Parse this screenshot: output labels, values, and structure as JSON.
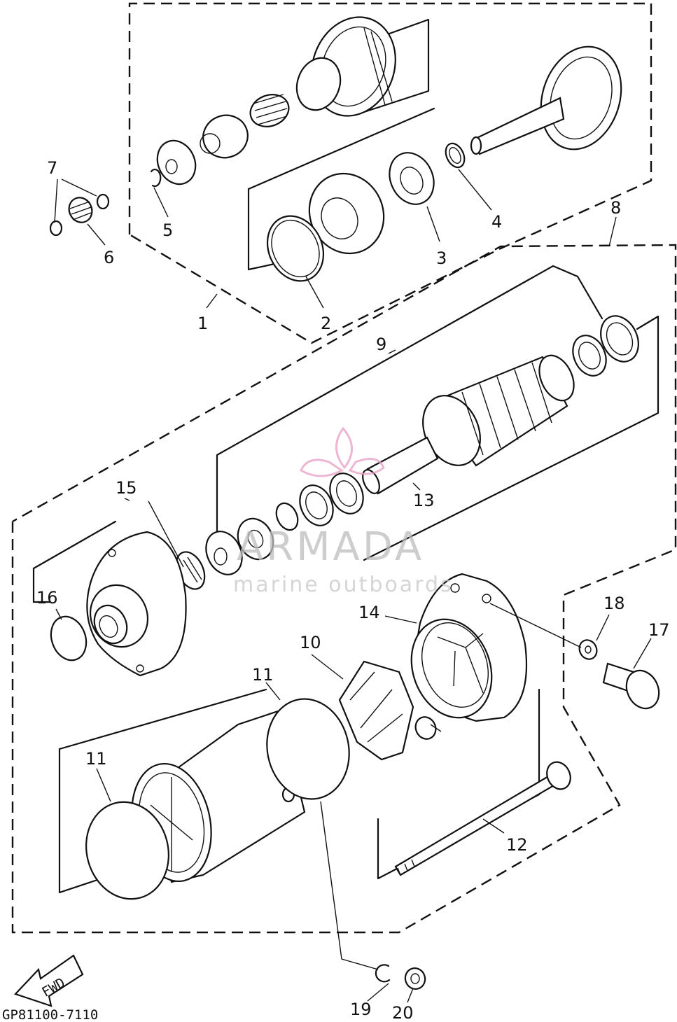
{
  "diagram": {
    "drawing_code": "GP81100-7110",
    "direction_arrow": "FWD",
    "watermark": {
      "brand": "ARMADA",
      "tagline": "marine outboards",
      "logo_color": "#e8a0c4"
    },
    "callouts": [
      "1",
      "2",
      "3",
      "4",
      "5",
      "6",
      "7",
      "8",
      "9",
      "10",
      "11",
      "11",
      "12",
      "13",
      "14",
      "15",
      "16",
      "17",
      "18",
      "19",
      "20"
    ]
  }
}
